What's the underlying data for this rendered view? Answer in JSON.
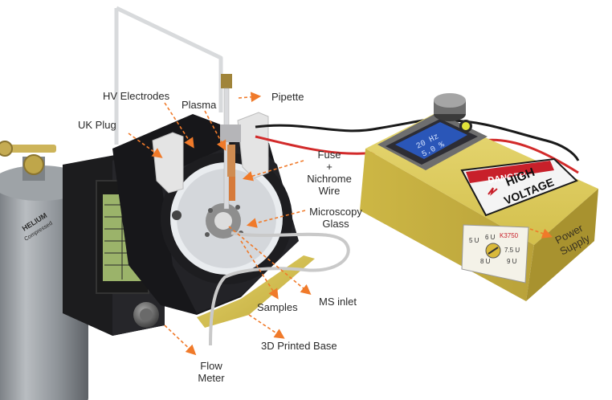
{
  "labels": {
    "hv_electrodes": "HV Electrodes",
    "plasma": "Plasma",
    "pipette": "Pipette",
    "uk_plug": "UK Plug",
    "fuse": "Fuse",
    "plus": "+",
    "nichrome": "Nichrome",
    "wire": "Wire",
    "microscopy": "Microscopy",
    "glass": "Glass",
    "samples": "Samples",
    "ms_inlet": "MS inlet",
    "printed_base": "3D Printed Base",
    "flow": "Flow",
    "meter": "Meter",
    "power": "Power",
    "supply": "Supply"
  },
  "device": {
    "helium_brand": "HELIUM",
    "helium_sub": "Compressed",
    "danger": "DANGER",
    "high": "HIGH",
    "voltage": "VOLTAGE",
    "display_line1": "20 Hz",
    "display_line2": "5.0 %",
    "dial_5u_left": "5 U",
    "dial_6u": "6 U",
    "dial_75u": "7.5 U",
    "dial_8u": "8 U",
    "dial_9u": "9 U",
    "dial_code": "K3750"
  },
  "colors": {
    "arrow": "#f07a2a",
    "label_text": "#2a2a2a",
    "power_supply": "#dcc95a",
    "housing": "#1c1c1e",
    "cylinder": "#8f9498",
    "danger_red": "#c8202a"
  }
}
